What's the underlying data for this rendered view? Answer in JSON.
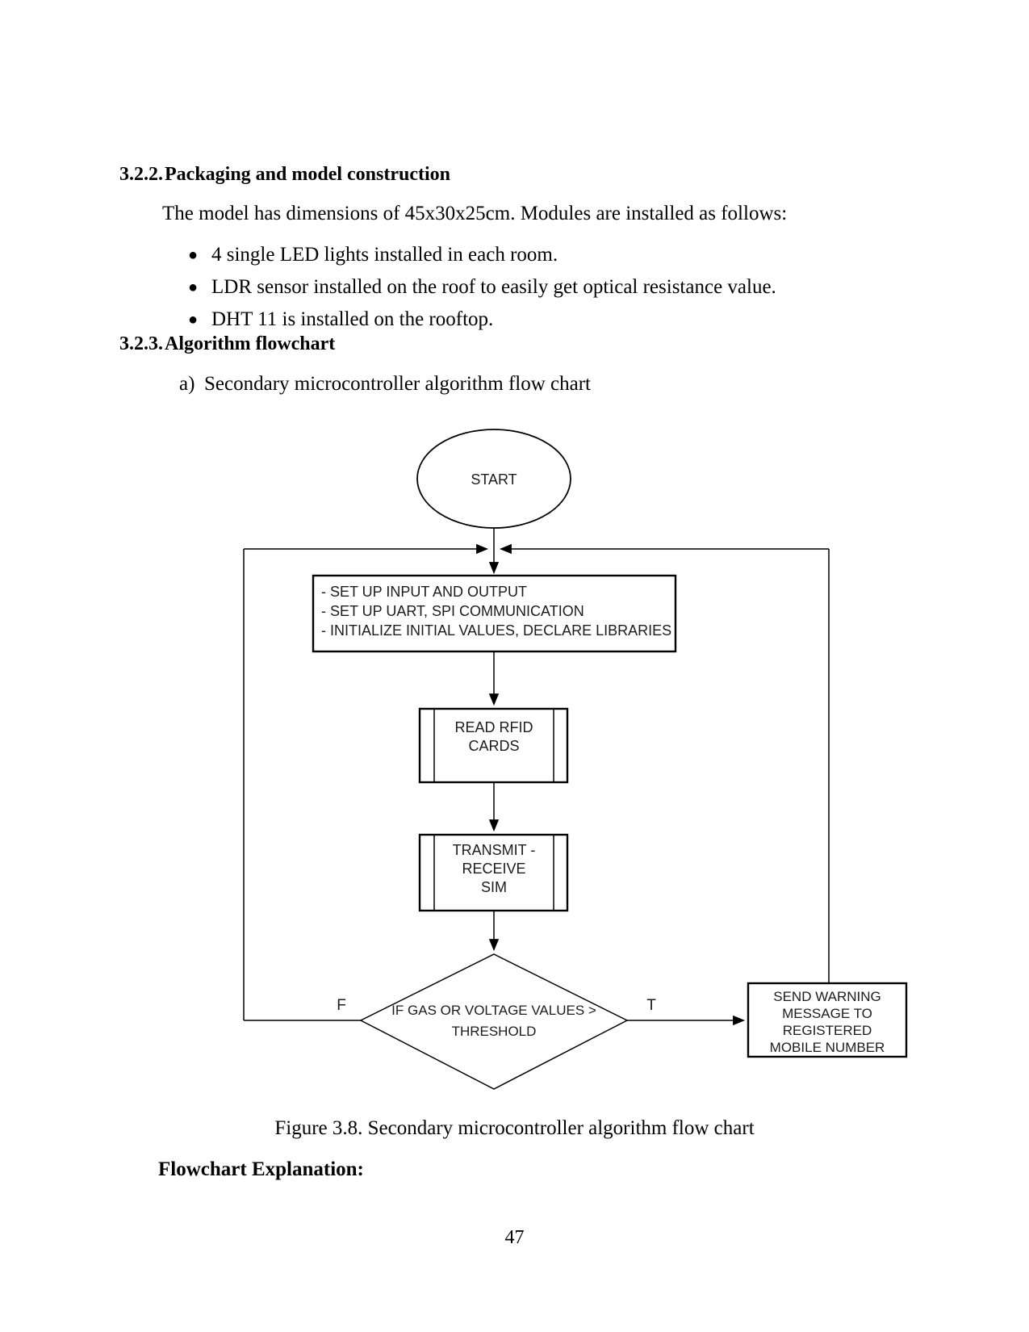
{
  "sections": {
    "s322": {
      "num": "3.2.2.",
      "title": "Packaging and model construction"
    },
    "intro": "The model has dimensions of 45x30x25cm. Modules are installed as follows:",
    "bullet_glyph": "●",
    "bullets": [
      "4 single LED lights installed in each room.",
      "LDR sensor installed on the roof to easily get optical resistance value.",
      "DHT 11 is installed on the rooftop."
    ],
    "s323": {
      "num": "3.2.3.",
      "title": "Algorithm flowchart"
    },
    "list_a": {
      "marker": "a)",
      "text": "Secondary microcontroller algorithm flow chart"
    },
    "figure_caption": "Figure 3.8. Secondary microcontroller algorithm flow chart",
    "explanation_heading": "Flowchart Explanation:"
  },
  "flowchart": {
    "start_label": "START",
    "setup_text": "- SET UP INPUT AND OUTPUT\n- SET UP UART, SPI COMMUNICATION\n- INITIALIZE INITIAL VALUES, DECLARE LIBRARIES",
    "read_rfid_text": "READ RFID\nCARDS",
    "transmit_text": "TRANSMIT -\nRECEIVE\nSIM",
    "decision_text": "IF GAS OR VOLTAGE VALUES >\nTHRESHOLD",
    "branch_false": "F",
    "branch_true": "T",
    "send_warning_text": "SEND WARNING\nMESSAGE TO\nREGISTERED\nMOBILE NUMBER"
  },
  "page": {
    "number": "47"
  },
  "colors": {
    "ink": "#000000",
    "paper": "#ffffff"
  }
}
